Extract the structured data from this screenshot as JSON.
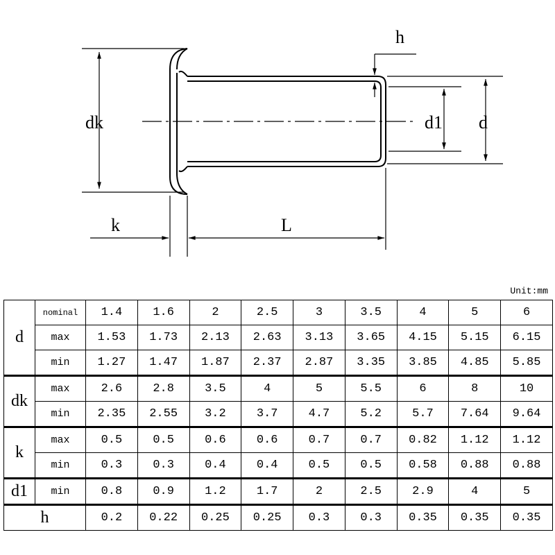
{
  "drawing": {
    "labels": {
      "h": "h",
      "dk": "dk",
      "d1": "d1",
      "d": "d",
      "k": "k",
      "L": "L"
    }
  },
  "table": {
    "unit": "Unit:mm",
    "rows": [
      {
        "group": "d",
        "sub": "nominal",
        "values": [
          "1.4",
          "1.6",
          "2",
          "2.5",
          "3",
          "3.5",
          "4",
          "5",
          "6"
        ]
      },
      {
        "group": "",
        "sub": "max",
        "values": [
          "1.53",
          "1.73",
          "2.13",
          "2.63",
          "3.13",
          "3.65",
          "4.15",
          "5.15",
          "6.15"
        ]
      },
      {
        "group": "",
        "sub": "min",
        "values": [
          "1.27",
          "1.47",
          "1.87",
          "2.37",
          "2.87",
          "3.35",
          "3.85",
          "4.85",
          "5.85"
        ]
      },
      {
        "group": "dk",
        "sub": "max",
        "values": [
          "2.6",
          "2.8",
          "3.5",
          "4",
          "5",
          "5.5",
          "6",
          "8",
          "10"
        ]
      },
      {
        "group": "",
        "sub": "min",
        "values": [
          "2.35",
          "2.55",
          "3.2",
          "3.7",
          "4.7",
          "5.2",
          "5.7",
          "7.64",
          "9.64"
        ]
      },
      {
        "group": "k",
        "sub": "max",
        "values": [
          "0.5",
          "0.5",
          "0.6",
          "0.6",
          "0.7",
          "0.7",
          "0.82",
          "1.12",
          "1.12"
        ]
      },
      {
        "group": "",
        "sub": "min",
        "values": [
          "0.3",
          "0.3",
          "0.4",
          "0.4",
          "0.5",
          "0.5",
          "0.58",
          "0.88",
          "0.88"
        ]
      },
      {
        "group": "d1",
        "sub": "min",
        "values": [
          "0.8",
          "0.9",
          "1.2",
          "1.7",
          "2",
          "2.5",
          "2.9",
          "4",
          "5"
        ]
      },
      {
        "group": "h",
        "sub": "",
        "values": [
          "0.2",
          "0.22",
          "0.25",
          "0.25",
          "0.3",
          "0.3",
          "0.35",
          "0.35",
          "0.35"
        ]
      }
    ]
  }
}
